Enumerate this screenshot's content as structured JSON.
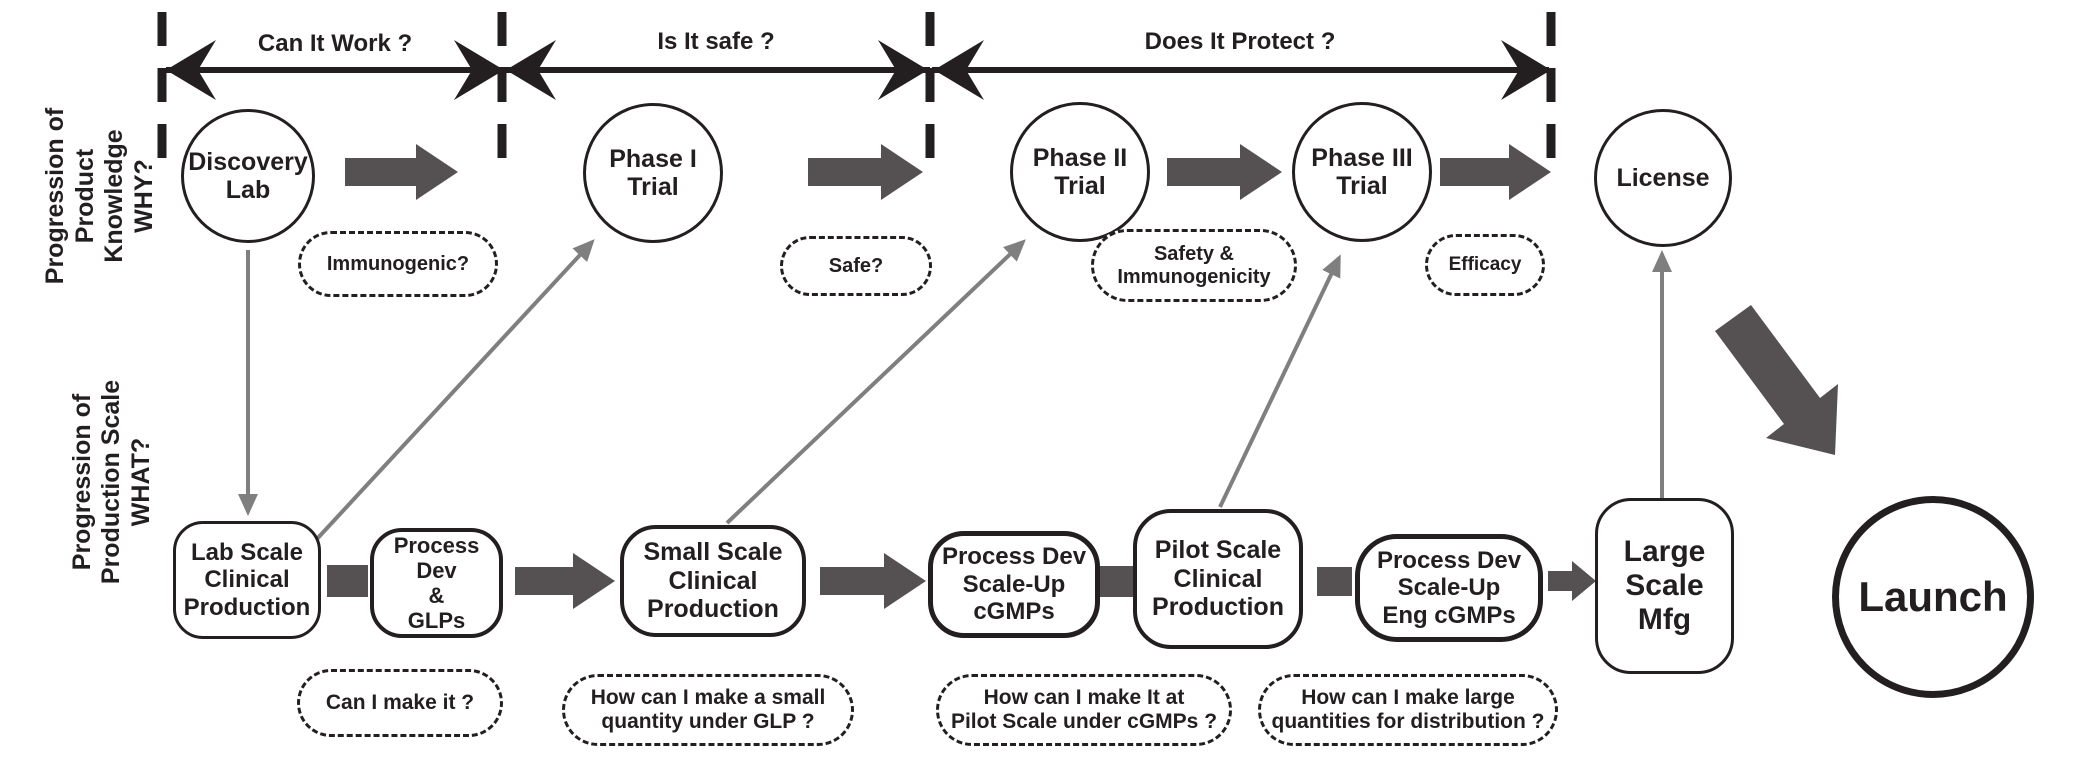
{
  "diagram": {
    "title_implicit": "Vaccine development progression diagram",
    "side_labels": {
      "knowledge": "Progression of\nProduct Knowledge\nWHY?",
      "scale": "Progression of\nProduction Scale\nWHAT?"
    },
    "phase_questions": [
      "Can It Work ?",
      "Is It safe ?",
      "Does It Protect ?"
    ],
    "knowledge_nodes": [
      "Discovery\nLab",
      "Phase I\nTrial",
      "Phase II\nTrial",
      "Phase III\nTrial",
      "License"
    ],
    "knowledge_questions": [
      "Immunogenic?",
      "Safe?",
      "Safety &\nImmunogenicity",
      "Efficacy"
    ],
    "scale_nodes": [
      "Lab Scale\nClinical\nProduction",
      "Process Dev\n&\nGLPs",
      "Small Scale\nClinical\nProduction",
      "Process Dev\nScale-Up\ncGMPs",
      "Pilot Scale\nClinical\nProduction",
      "Process Dev\nScale-Up\nEng cGMPs",
      "Large\nScale\nMfg"
    ],
    "scale_questions": [
      "Can I make it ?",
      "How can I make a small\nquantity under GLP ?",
      "How can I make It at\nPilot Scale under cGMPs ?",
      "How can I make large\nquantities for distribution ?"
    ],
    "launch": "Launch",
    "colors": {
      "ink": "#231f20",
      "gray": "#555052",
      "line_gray": "#7f7f7f"
    }
  }
}
